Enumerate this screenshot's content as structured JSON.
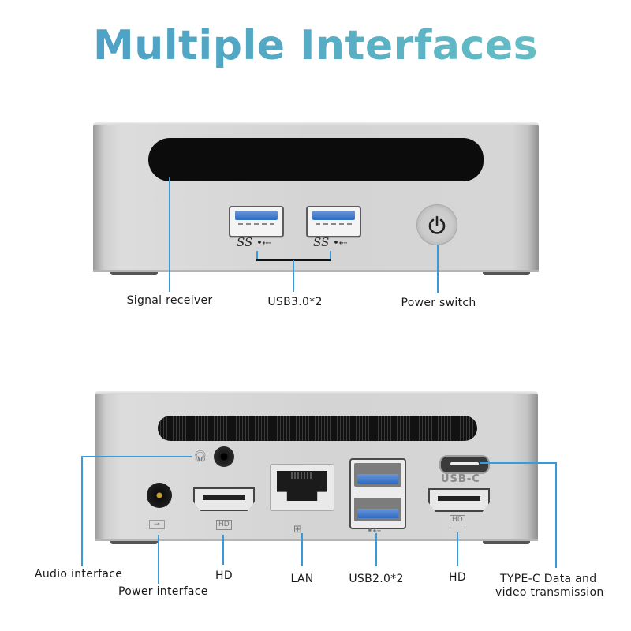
{
  "title": "Multiple Interfaces",
  "colors": {
    "title_gradient_start": "#4a9dc6",
    "title_gradient_end": "#6cc4c6",
    "callout_line": "#3a9ad9",
    "usb3_blue": "#2f6cc4",
    "case_silver": "#d4d4d4"
  },
  "front_panel": {
    "port_marks": [
      "SS",
      "SS"
    ],
    "usb_symbol": "usb-icon",
    "labels": {
      "signal_receiver": "Signal receiver",
      "usb3": "USB3.0*2",
      "power_switch": "Power switch"
    }
  },
  "rear_panel": {
    "port_marks": {
      "hd_left": "HD",
      "hd_right": "HD",
      "usb_c": "USB-C"
    },
    "labels": {
      "audio": "Audio interface",
      "power": "Power interface",
      "hd_left": "HD",
      "lan": "LAN",
      "usb2": "USB2.0*2",
      "hd_right": "HD",
      "typec_line1": "TYPE-C Data and",
      "typec_line2": "video transmission"
    }
  }
}
